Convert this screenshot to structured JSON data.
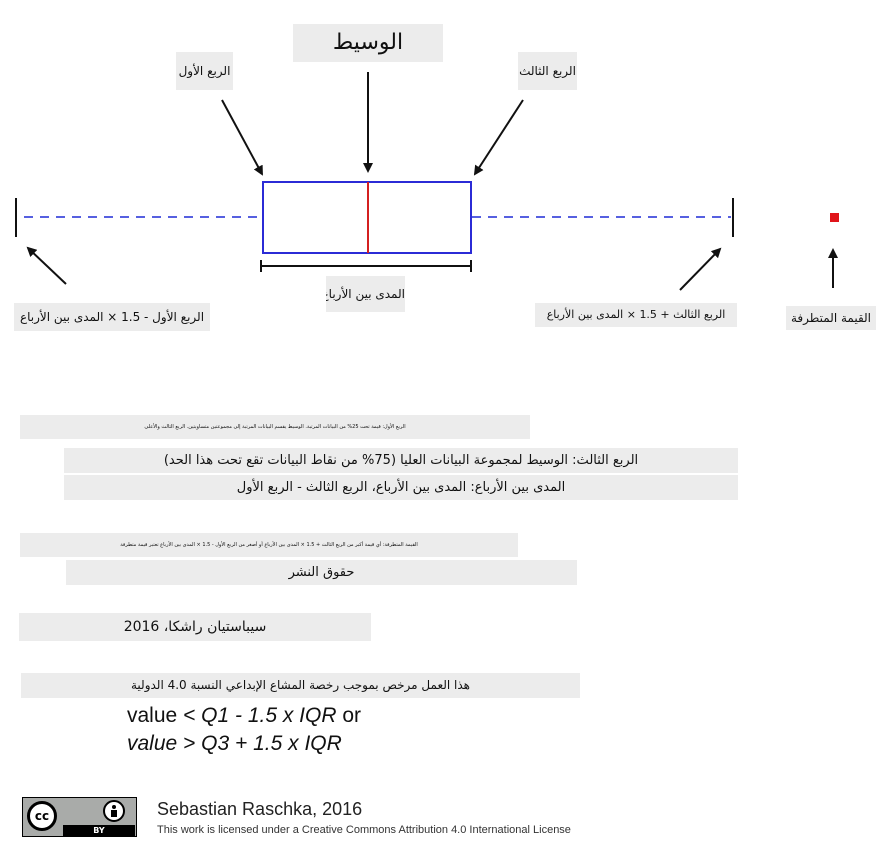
{
  "diagram": {
    "labels": {
      "median": "الوسيط",
      "q1": "الربع الأول",
      "q3": "الربع الثالث",
      "iqr": "المدى بين الأرباع",
      "lower_whisker": "الربع الأول - 1.5 × المدى بين الأرباع",
      "upper_whisker": "الربع الثالث + 1.5 × المدى بين الأرباع",
      "outlier": "القيمة المتطرفة"
    },
    "colors": {
      "box": "#2b2bd6",
      "median_line": "#d42020",
      "whisker_dash": "#1f2bd6",
      "outlier": "#e0151a",
      "arrows": "#111111",
      "label_background": "#ececec"
    },
    "icons": [
      "arrow-down-icon",
      "arrow-diagonal-icon",
      "outlier-square-icon"
    ]
  },
  "notes": {
    "intro": "الربع الأول: قيمة تحت 25% من البيانات المرتبة. الوسيط يقسم البيانات المرتبة إلى مجموعتين متساويتين. الربع الثالث والأعلى",
    "q3_definition": "الربع الثالث: الوسيط لمجموعة البيانات العليا (75% من نقاط البيانات تقع تحت هذا الحد)",
    "iqr_definition": "المدى بين الأرباع: المدى بين الأرباع، الربع الثالث - الربع الأول",
    "outlier_rule_small": "القيمة المتطرفة: أي قيمة أكبر من الربع الثالث + 1.5 × المدى بين الأرباع أو أصغر من الربع الأول - 1.5 × المدى بين الأرباع تعتبر قيمة متطرفة",
    "copyright": "حقوق النشر",
    "author_line": "سيباستيان راشكا، 2016",
    "license_line": "هذا العمل مرخص بموجب رخصة المشاع الإبداعي النسبة 4.0 الدولية"
  },
  "formula": {
    "lead": "value",
    "line1_expr": "< Q1 - 1.5 x IQR",
    "or_word": "or",
    "line2_expr": "value > Q3 + 1.5 x IQR"
  },
  "footer": {
    "badge_cc": "cc",
    "badge_by": "BY",
    "author": "Sebastian Raschka, 2016",
    "license": "This work is licensed under a Creative Commons Attribution 4.0 International License"
  }
}
